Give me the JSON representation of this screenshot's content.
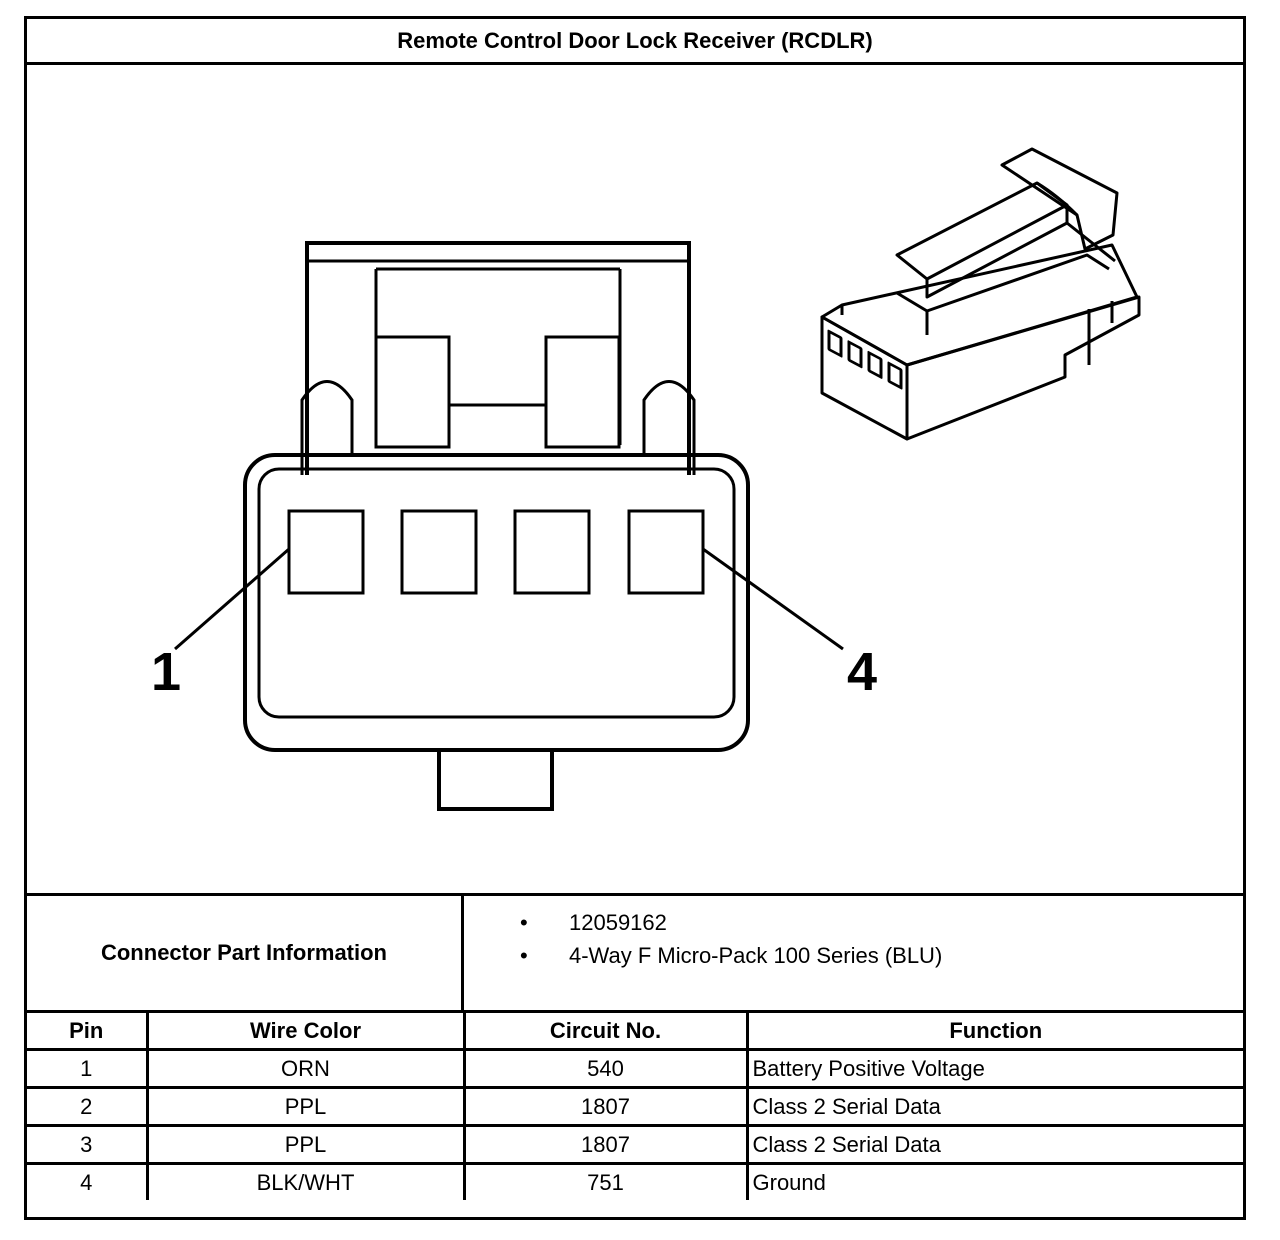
{
  "title": "Remote Control Door Lock Receiver (RCDLR)",
  "diagram": {
    "pin_callouts": [
      "1",
      "4"
    ]
  },
  "part_info": {
    "label": "Connector Part Information",
    "bullet": "•",
    "items": [
      "12059162",
      "4-Way F Micro-Pack 100 Series (BLU)"
    ]
  },
  "table": {
    "headers": [
      "Pin",
      "Wire Color",
      "Circuit No.",
      "Function"
    ],
    "rows": [
      {
        "pin": "1",
        "wire_color": "ORN",
        "circuit": "540",
        "function": "Battery Positive Voltage"
      },
      {
        "pin": "2",
        "wire_color": "PPL",
        "circuit": "1807",
        "function": "Class 2 Serial Data"
      },
      {
        "pin": "3",
        "wire_color": "PPL",
        "circuit": "1807",
        "function": "Class 2 Serial Data"
      },
      {
        "pin": "4",
        "wire_color": "BLK/WHT",
        "circuit": "751",
        "function": "Ground"
      }
    ]
  }
}
